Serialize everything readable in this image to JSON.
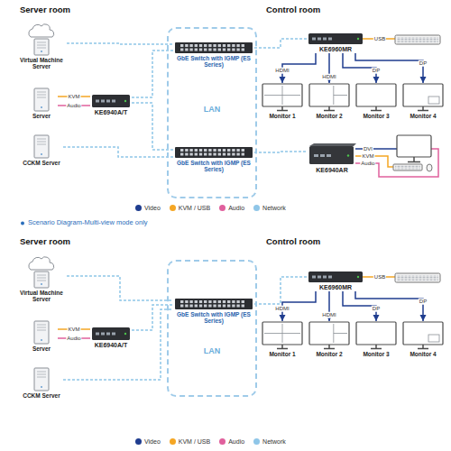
{
  "diagram": {
    "nodes": [
      {
        "text": [
          "Virtual Machine Server"
        ]
      },
      {
        "text": [
          "Server"
        ]
      },
      {
        "text": [
          "KE6940A/T"
        ]
      },
      {
        "text": [
          "CCKM Server"
        ]
      },
      {
        "text": [
          "LAN"
        ]
      },
      {
        "text": [
          "GbE Switch with IGMP (ES Series)"
        ],
        "in": 4
      },
      {
        "text": [
          "GbE Switch with IGMP (ES Series)"
        ],
        "in": 4
      },
      {
        "text": [
          "KE6960MR"
        ]
      },
      {
        "text": [
          "Monitor 1"
        ]
      },
      {
        "text": [
          "Monitor 2"
        ]
      },
      {
        "text": [
          "Monitor 3"
        ]
      },
      {
        "text": [
          "Monitor 4"
        ]
      },
      {
        "text": [
          "KE6940AR"
        ]
      },
      {
        "text": [
          "Virtual Machine Server"
        ]
      },
      {
        "text": [
          "Server"
        ]
      },
      {
        "text": [
          "KE6940A/T"
        ]
      },
      {
        "text": [
          "CCKM Server"
        ]
      },
      {
        "text": [
          "LAN"
        ]
      },
      {
        "text": [
          "GbE Switch with IGMP (ES Series)"
        ],
        "in": 17
      },
      {
        "text": [
          "KE6960MR"
        ]
      },
      {
        "text": [
          "Monitor 1"
        ]
      },
      {
        "text": [
          "Monitor 2"
        ]
      },
      {
        "text": [
          "Monitor 3"
        ]
      },
      {
        "text": [
          "Monitor 4"
        ]
      }
    ],
    "edges": [
      {
        "from": 0,
        "to": 5,
        "arrow": "none"
      },
      {
        "from": 1,
        "to": 2,
        "label": "KVM",
        "arrow": "none"
      },
      {
        "from": 1,
        "to": 2,
        "label": "Audio",
        "arrow": "none"
      },
      {
        "from": 2,
        "to": 5,
        "arrow": "none"
      },
      {
        "from": 2,
        "to": 6,
        "arrow": "none"
      },
      {
        "from": 3,
        "to": 6,
        "arrow": "none"
      },
      {
        "from": 5,
        "to": 7,
        "arrow": "none"
      },
      {
        "from": 6,
        "to": 12,
        "arrow": "none"
      },
      {
        "from": 7,
        "to": 8,
        "label": "HDMI",
        "arrow": "to"
      },
      {
        "from": 7,
        "to": 9,
        "label": "HDMI",
        "arrow": "to"
      },
      {
        "from": 7,
        "to": 10,
        "label": "DP",
        "arrow": "to"
      },
      {
        "from": 7,
        "to": 11,
        "label": "DP",
        "arrow": "to"
      },
      {
        "from": 13,
        "to": 18,
        "arrow": "none"
      },
      {
        "from": 14,
        "to": 15,
        "label": "KVM",
        "arrow": "none"
      },
      {
        "from": 14,
        "to": 15,
        "label": "Audio",
        "arrow": "none"
      },
      {
        "from": 15,
        "to": 18,
        "arrow": "none"
      },
      {
        "from": 16,
        "to": 18,
        "arrow": "none"
      },
      {
        "from": 18,
        "to": 19,
        "arrow": "none"
      },
      {
        "from": 19,
        "to": 20,
        "label": "HDMI",
        "arrow": "to"
      },
      {
        "from": 19,
        "to": 21,
        "label": "HDMI",
        "arrow": "to"
      },
      {
        "from": 19,
        "to": 22,
        "label": "DP",
        "arrow": "to"
      },
      {
        "from": 19,
        "to": 23,
        "label": "DP",
        "arrow": "to"
      }
    ],
    "labels": [
      "Server room",
      "Control room",
      "USB",
      "DVI",
      "KVM",
      "Audio",
      "Scenario Diagram-Multi-view mode only",
      "Server room",
      "Control room",
      "USB"
    ],
    "legend": [
      {
        "text": "Video",
        "color": "#1f3d8f"
      },
      {
        "text": "KVM / USB",
        "color": "#f5a623"
      },
      {
        "text": "Audio",
        "color": "#e0609d"
      },
      {
        "text": "Network",
        "color": "#8fc6e8"
      },
      {
        "text": "Video",
        "color": "#1f3d8f"
      },
      {
        "text": "KVM / USB",
        "color": "#f5a623"
      },
      {
        "text": "Audio",
        "color": "#e0609d"
      },
      {
        "text": "Network",
        "color": "#8fc6e8"
      }
    ]
  }
}
